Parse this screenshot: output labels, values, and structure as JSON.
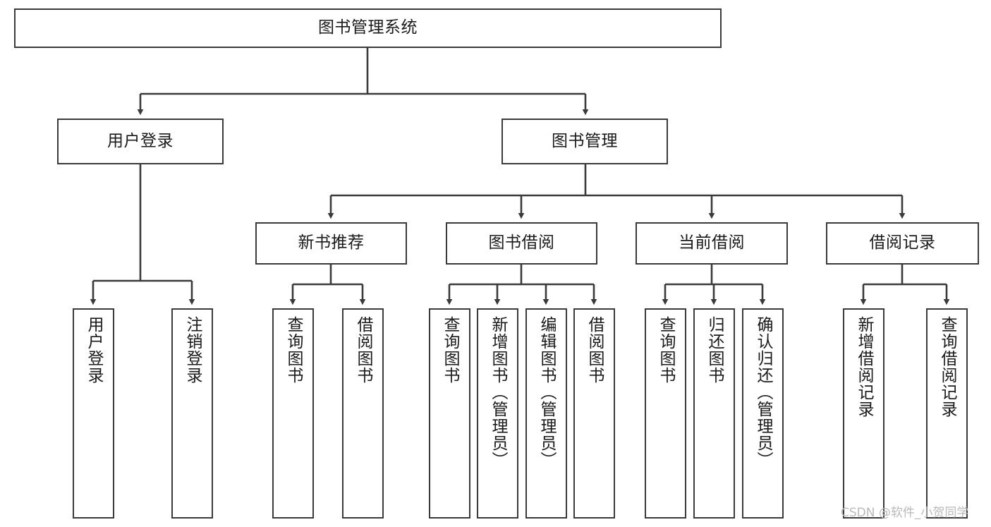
{
  "diagram": {
    "title": "图书管理系统",
    "type": "tree-hierarchy",
    "watermark": "CSDN @软件_小贺同学",
    "colors": {
      "box_border": "#3a3a3a",
      "box_fill": "#ffffff",
      "edge": "#3a3a3a",
      "text": "#1a1a1a",
      "watermark": "#b9b9b9",
      "background": "#ffffff"
    },
    "root": {
      "label": "图书管理系统"
    },
    "level2": [
      {
        "label": "用户登录"
      },
      {
        "label": "图书管理"
      }
    ],
    "level3": [
      {
        "label": "新书推荐"
      },
      {
        "label": "图书借阅"
      },
      {
        "label": "当前借阅"
      },
      {
        "label": "借阅记录"
      }
    ],
    "leaves": {
      "user_login": [
        {
          "label": "用户登录"
        },
        {
          "label": "注销登录"
        }
      ],
      "new_book_recommend": [
        {
          "label": "查询图书"
        },
        {
          "label": "借阅图书"
        }
      ],
      "book_borrow": [
        {
          "label": "查询图书"
        },
        {
          "label": "新增图书（管理员）"
        },
        {
          "label": "编辑图书（管理员）"
        },
        {
          "label": "借阅图书"
        }
      ],
      "current_borrow": [
        {
          "label": "查询图书"
        },
        {
          "label": "归还图书"
        },
        {
          "label": "确认归还（管理员）"
        }
      ],
      "borrow_records": [
        {
          "label": "新增借阅记录"
        },
        {
          "label": "查询借阅记录"
        }
      ]
    }
  }
}
